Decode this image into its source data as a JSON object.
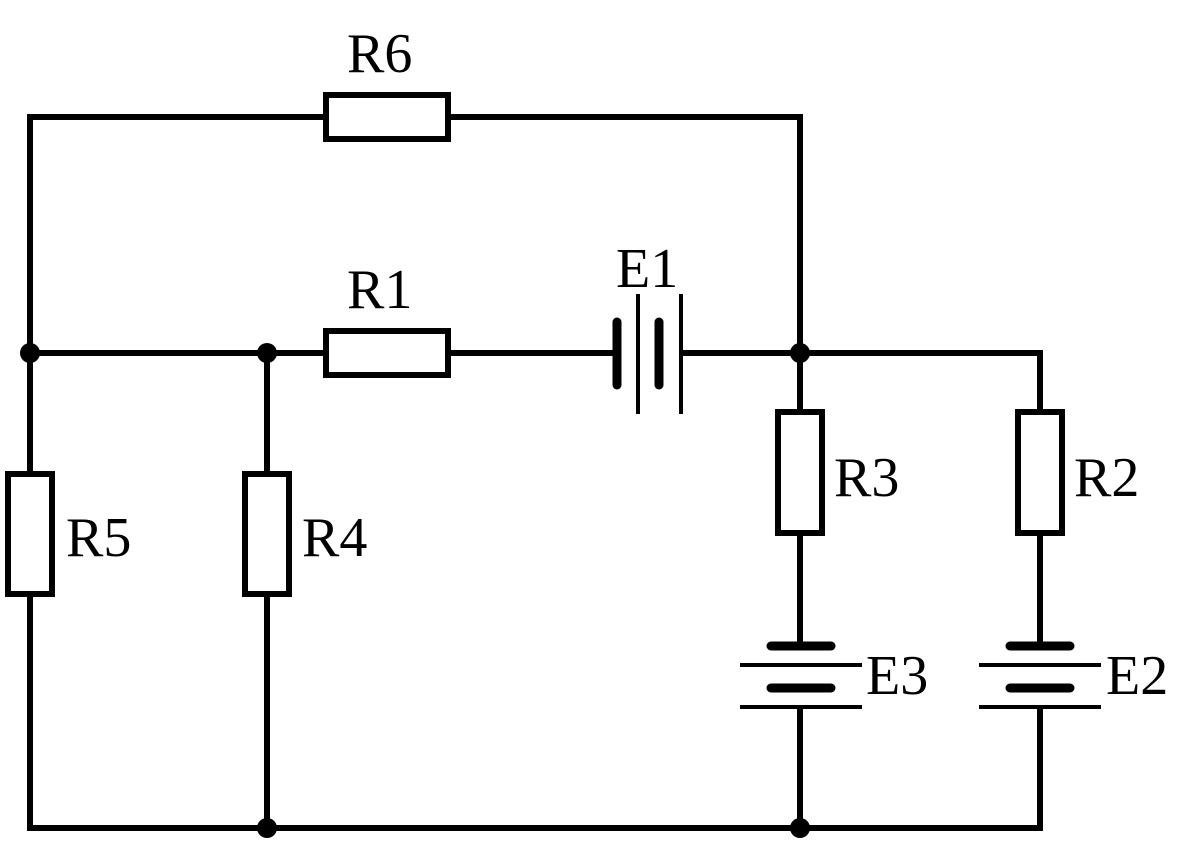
{
  "labels": {
    "R1": "R1",
    "R2": "R2",
    "R3": "R3",
    "R4": "R4",
    "R5": "R5",
    "R6": "R6",
    "E1": "E1",
    "E2": "E2",
    "E3": "E3"
  },
  "colors": {
    "line": "#000000",
    "background": "#ffffff"
  }
}
